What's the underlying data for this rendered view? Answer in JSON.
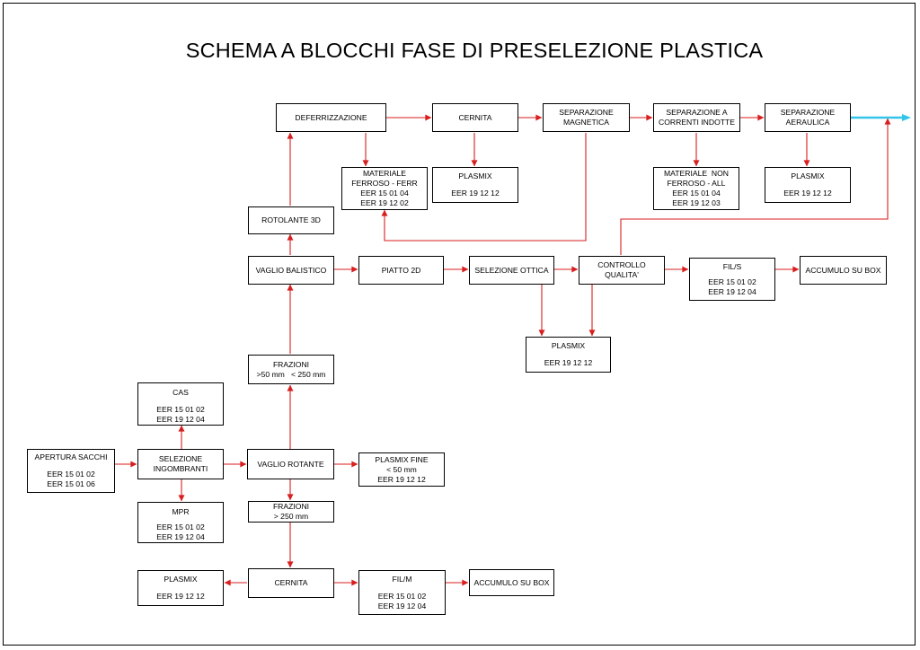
{
  "title": "SCHEMA A BLOCCHI FASE DI PRESELEZIONE PLASTICA",
  "colors": {
    "arrow": "#d81e1e",
    "output_line": "#33c4e8",
    "box_border": "#000000"
  },
  "blocks": {
    "apertura_sacchi": {
      "label": "APERTURA SACCHI",
      "codes": [
        "EER 15 01 02",
        "EER 15 01 06"
      ]
    },
    "selezione_ingombranti": {
      "label": [
        "SELEZIONE",
        "INGOMBRANTI"
      ]
    },
    "cas": {
      "label": "CAS",
      "codes": [
        "EER 15 01 02",
        "EER 19 12 04"
      ]
    },
    "mpr": {
      "label": "MPR",
      "codes": [
        "EER 15 01 02",
        "EER 19 12 04"
      ]
    },
    "vaglio_rotante": {
      "label": "VAGLIO ROTANTE"
    },
    "plasmix_fine": {
      "label": [
        "PLASMIX FINE",
        "< 50 mm"
      ],
      "codes": [
        "EER 19 12 12"
      ]
    },
    "frazioni_mid": {
      "label": [
        "FRAZIONI",
        ">50 mm   < 250 mm"
      ]
    },
    "frazioni_big": {
      "label": [
        "FRAZIONI",
        "> 250 mm"
      ]
    },
    "cernita_bottom": {
      "label": "CERNITA"
    },
    "plasmix_bottom": {
      "label": "PLASMIX",
      "codes": [
        "EER 19 12 12"
      ]
    },
    "fil_m": {
      "label": "FIL/M",
      "codes": [
        "EER 15 01 02",
        "EER 19 12 04"
      ]
    },
    "accumulo_bottom": {
      "label": "ACCUMULO SU BOX"
    },
    "vaglio_balistico": {
      "label": "VAGLIO BALISTICO"
    },
    "rotolante_3d": {
      "label": "ROTOLANTE 3D"
    },
    "piatto_2d": {
      "label": "PIATTO 2D"
    },
    "selezione_ottica": {
      "label": "SELEZIONE OTTICA"
    },
    "controllo_qualita": {
      "label": [
        "CONTROLLO",
        "QUALITA'"
      ]
    },
    "fil_s": {
      "label": "FIL/S",
      "codes": [
        "EER 15 01 02",
        "EER 19 12 04"
      ]
    },
    "accumulo_right": {
      "label": "ACCUMULO SU BOX"
    },
    "plasmix_mid": {
      "label": "PLASMIX",
      "codes": [
        "EER 19 12 12"
      ]
    },
    "deferrizzazione": {
      "label": "DEFERRIZZAZIONE"
    },
    "cernita_top": {
      "label": "CERNITA"
    },
    "separazione_magnetica": {
      "label": [
        "SEPARAZIONE",
        "MAGNETICA"
      ]
    },
    "separazione_correnti": {
      "label": [
        "SEPARAZIONE A",
        "CORRENTI INDOTTE"
      ]
    },
    "separazione_aeraulica": {
      "label": [
        "SEPARAZIONE",
        "AERAULICA"
      ]
    },
    "materiale_ferroso": {
      "label": [
        "MATERIALE",
        "FERROSO - FERR"
      ],
      "codes": [
        "EER 15 01 04",
        "EER 19 12 02"
      ]
    },
    "plasmix_top1": {
      "label": "PLASMIX",
      "codes": [
        "EER 19 12 12"
      ]
    },
    "materiale_non_ferroso": {
      "label": [
        "MATERIALE  NON",
        "FERROSO - ALL"
      ],
      "codes": [
        "EER 15 01 04",
        "EER 19 12 03"
      ]
    },
    "plasmix_top2": {
      "label": "PLASMIX",
      "codes": [
        "EER 19 12 12"
      ]
    }
  }
}
